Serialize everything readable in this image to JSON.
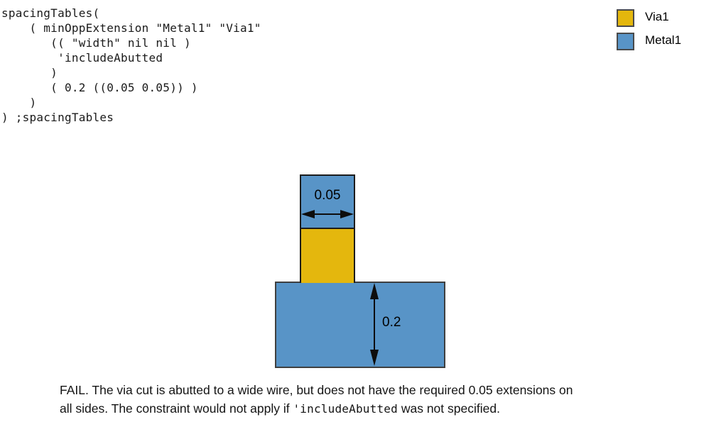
{
  "code": {
    "text": "spacingTables(\n    ( minOppExtension \"Metal1\" \"Via1\"\n       (( \"width\" nil nil )\n        'includeAbutted\n       )\n       ( 0.2 ((0.05 0.05)) )\n    )\n) ;spacingTables"
  },
  "legend": {
    "items": [
      {
        "label": "Via1",
        "color": "#E4B70D"
      },
      {
        "label": "Metal1",
        "color": "#5894C7"
      }
    ]
  },
  "diagram": {
    "width_label": "0.05",
    "height_label": "0.2",
    "via1_color": "#E4B70D",
    "metal1_color": "#5894C7",
    "arrow_color": "#0d0d0d"
  },
  "caption": {
    "line1": "FAIL. The via cut is abutted to a wide wire, but does not have the required 0.05 extensions on",
    "line2_prefix": "all sides. The constraint would not apply if ",
    "line2_code": "'includeAbutted",
    "line2_suffix": " was not specified."
  }
}
